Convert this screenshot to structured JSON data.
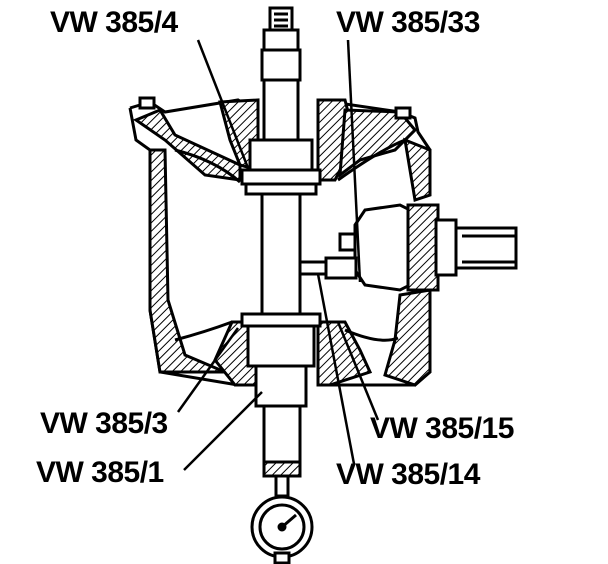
{
  "labels": {
    "vw_385_4": "VW 385/4",
    "vw_385_33": "VW 385/33",
    "vw_385_3": "VW 385/3",
    "vw_385_1": "VW 385/1",
    "vw_385_15": "VW 385/15",
    "vw_385_14": "VW 385/14"
  },
  "colors": {
    "ink": "#000000",
    "hatch_fill": "#d9d9d9",
    "background": "#ffffff"
  }
}
